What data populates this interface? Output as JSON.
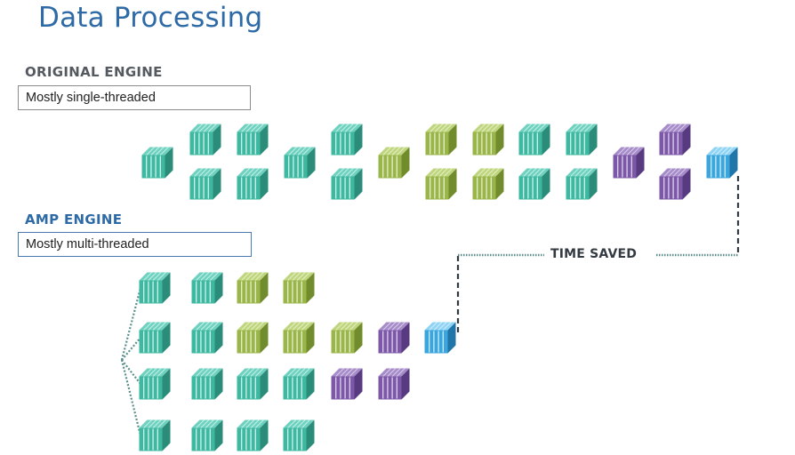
{
  "title": "Data Processing",
  "original": {
    "label": "ORIGINAL ENGINE",
    "description": "Mostly single-threaded"
  },
  "amp": {
    "label": "AMP ENGINE",
    "description": "Mostly multi-threaded"
  },
  "time_saved_label": "TIME SAVED",
  "colors": {
    "teal": "#3fb8a1",
    "olive": "#9ab64a",
    "purple": "#7d58a8",
    "blue": "#3aa6dd",
    "title": "#2e6aa6",
    "line": "#5b8f8b"
  }
}
